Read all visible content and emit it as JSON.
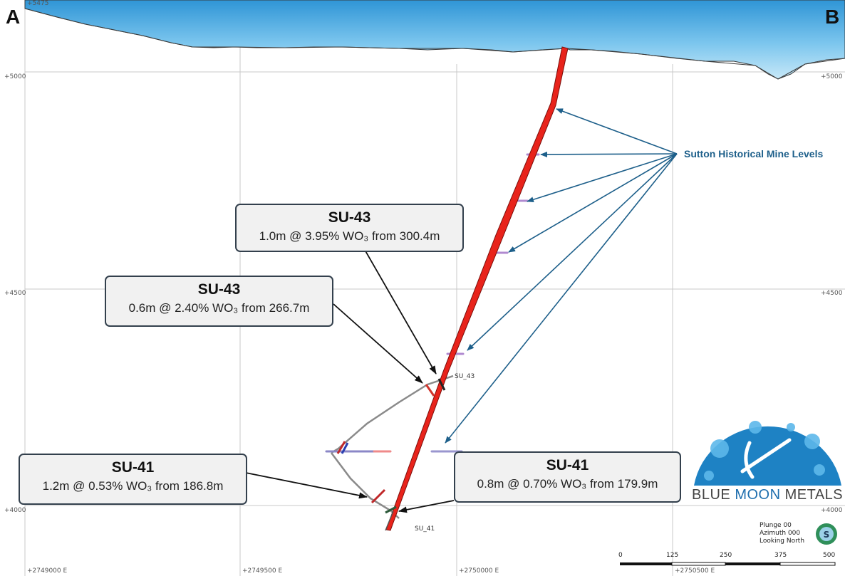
{
  "section": {
    "left_end": "A",
    "right_end": "B",
    "top_elev_label": "+5475"
  },
  "elevations": [
    {
      "label": "+5000"
    },
    {
      "label": "+4500"
    },
    {
      "label": "+4000"
    }
  ],
  "eastings": [
    "+2749000 E",
    "+2749500 E",
    "+2750000 E",
    "+2750500 E"
  ],
  "callouts": [
    {
      "hole": "SU-43",
      "value": "1.0m @ 3.95% WO₃ from 300.4m"
    },
    {
      "hole": "SU-43",
      "value": "0.6m @ 2.40% WO₃ from 266.7m"
    },
    {
      "hole": "SU-41",
      "value": "1.2m @ 0.53% WO₃ from 186.8m"
    },
    {
      "hole": "SU-41",
      "value": "0.8m @ 0.70% WO₃ from 179.9m"
    }
  ],
  "hole_labels": [
    "SU_43",
    "SU_41"
  ],
  "mine_levels_label": "Sutton Historical Mine Levels",
  "orientation": [
    "Plunge 00",
    "Azimuth 000",
    "Looking North"
  ],
  "scale_bar": [
    "0",
    "125",
    "250",
    "375",
    "500"
  ],
  "brand": {
    "word1": "BLUE ",
    "word2": "MOON",
    "word3": " METALS"
  },
  "colors": {
    "sky": "#5fb3e3",
    "vein": "#e8231b",
    "arrow": "#1d5f8a",
    "callout_border": "#33404d",
    "grid": "#c9c9c9"
  }
}
